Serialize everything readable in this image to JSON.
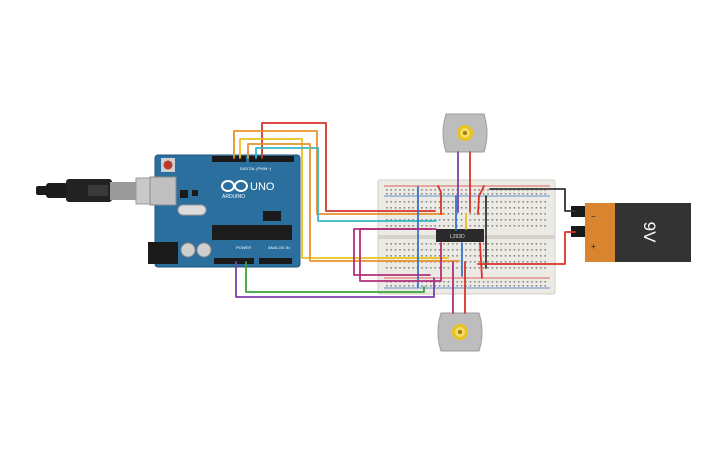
{
  "arduino": {
    "logo_text": "UNO",
    "brand_text": "ARDUINO",
    "digital_header": "DIGITAL (PWM~)",
    "power_header": "POWER",
    "analog_header": "ANALOG IN"
  },
  "driver_chip": {
    "label": "L293D"
  },
  "battery": {
    "label": "9V",
    "minus": "−",
    "plus": "+"
  },
  "colors": {
    "board": "#2a6f9e",
    "breadboard": "#eceae4",
    "battery_body": "#333333",
    "battery_cap": "#d9852f",
    "wire_red": "#d8332a",
    "wire_orange": "#e8922d",
    "wire_yellow": "#e8c21d",
    "wire_cyan": "#35b8c8",
    "wire_blue": "#3575c9",
    "wire_purple": "#7e3fa8",
    "wire_magenta": "#b0307a",
    "wire_green": "#3aa53a",
    "wire_black": "#333333"
  }
}
